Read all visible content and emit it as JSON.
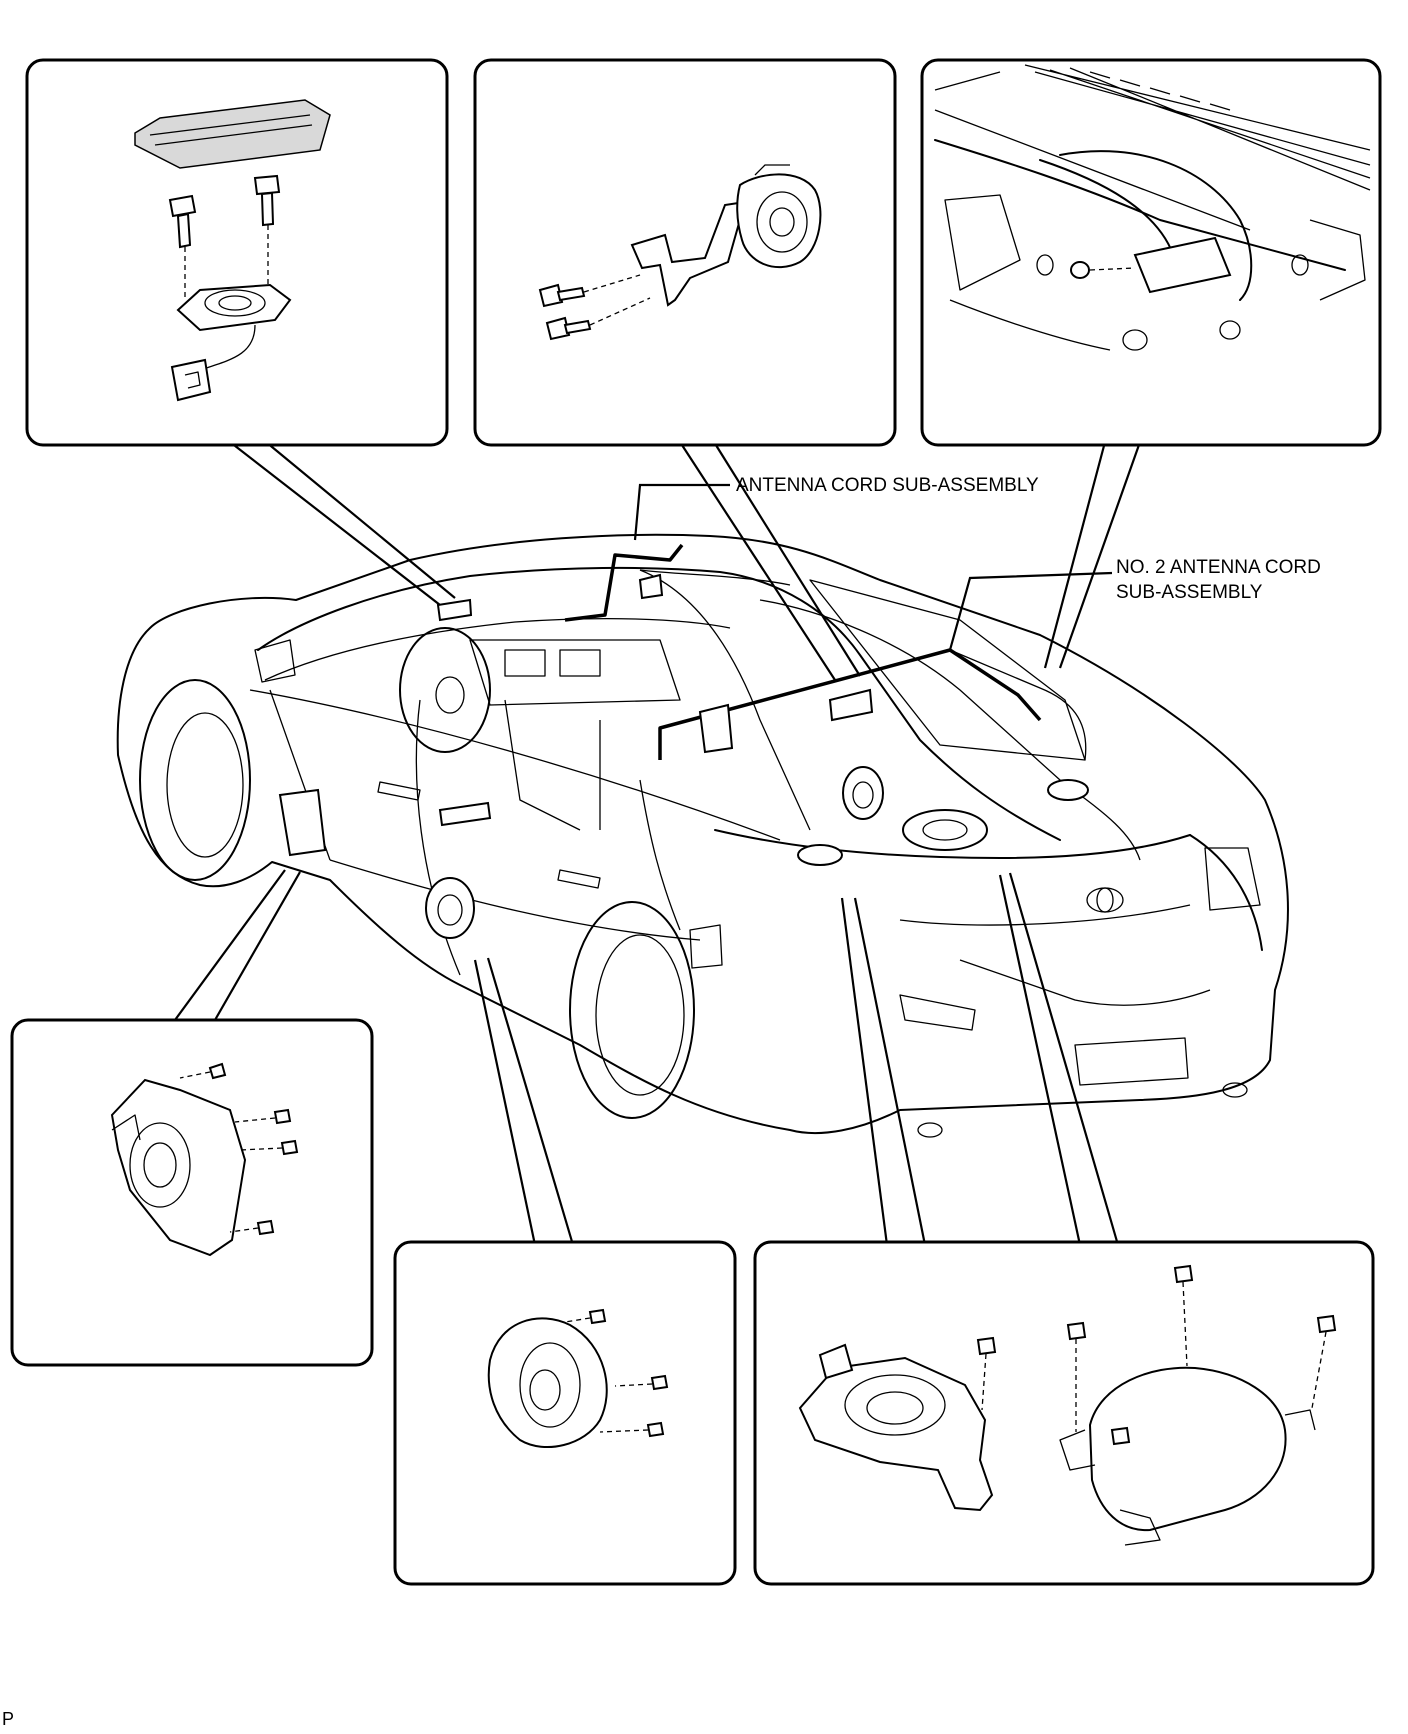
{
  "labels": {
    "antenna_cord": "ANTENNA CORD SUB-ASSEMBLY",
    "no2_antenna_cord_line1": "NO. 2 ANTENNA CORD",
    "no2_antenna_cord_line2": "SUB-ASSEMBLY",
    "corner_code": "P"
  },
  "colors": {
    "line": "#000000",
    "background": "#ffffff",
    "shade": "#d9d9d9"
  }
}
